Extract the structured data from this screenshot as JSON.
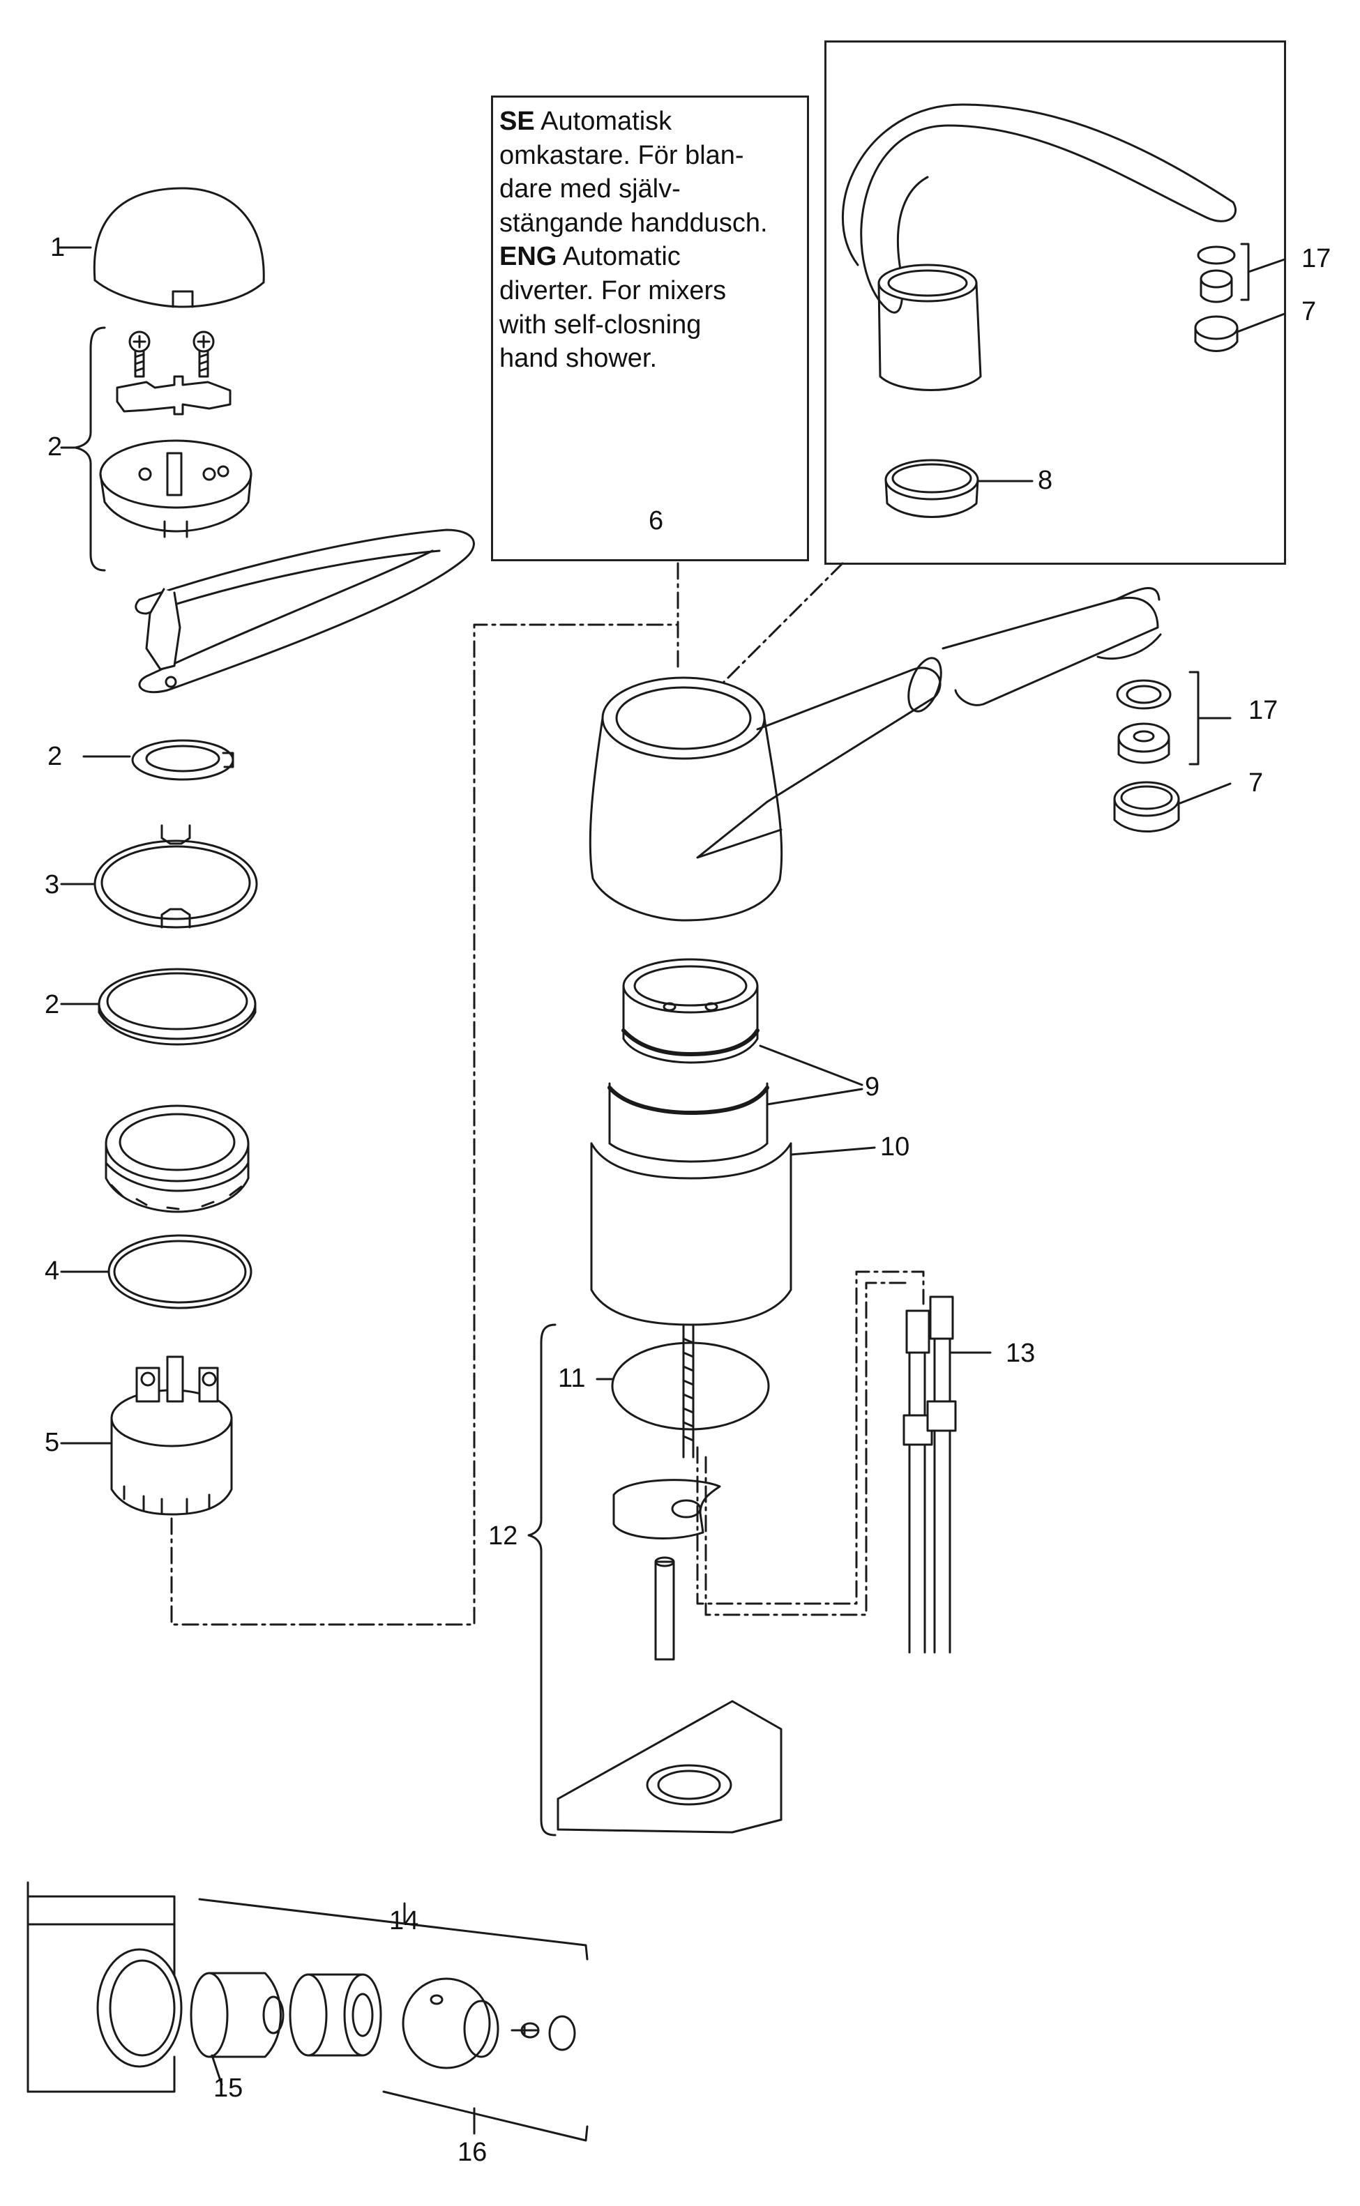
{
  "note": {
    "se_code": "SE",
    "se_line1": "Automatisk",
    "se_line2": "omkastare. För blan-",
    "se_line3": "dare med själv-",
    "se_line4": "stängande handdusch.",
    "eng_code": "ENG",
    "eng_line1": "Automatic",
    "eng_line2": "diverter. For mixers",
    "eng_line3": "with self-closning",
    "eng_line4": "hand shower."
  },
  "callouts": {
    "c1": "1",
    "c2_screws": "2",
    "c2_ring_a": "2",
    "c2_ring_b": "2",
    "c3": "3",
    "c4": "4",
    "c5": "5",
    "c6": "6",
    "c7_inset": "7",
    "c7_main": "7",
    "c8": "8",
    "c9": "9",
    "c10": "10",
    "c11": "11",
    "c12": "12",
    "c13": "13",
    "c14": "14",
    "c15": "15",
    "c16": "16",
    "c17_inset": "17",
    "c17_main": "17"
  }
}
